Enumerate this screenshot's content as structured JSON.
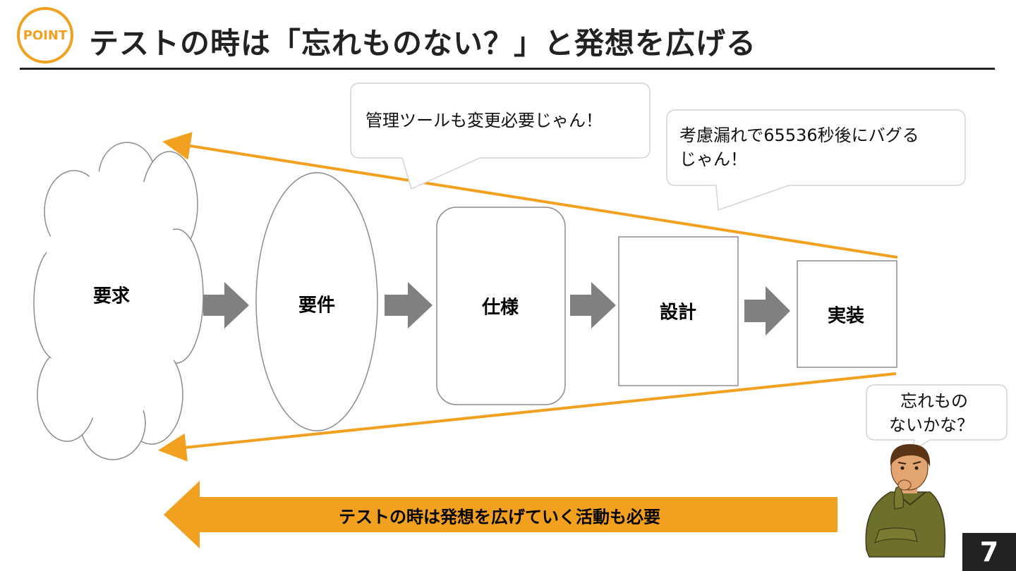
{
  "header": {
    "badge": "POINT",
    "title": "テストの時は「忘れものない？」と発想を広げる"
  },
  "stages": [
    {
      "label": "要求"
    },
    {
      "label": "要件"
    },
    {
      "label": "仕様"
    },
    {
      "label": "設計"
    },
    {
      "label": "実装"
    }
  ],
  "bubbles": {
    "tool": "管理ツールも変更必要じゃん！",
    "bug_line1": "考慮漏れで65536秒後にバグる",
    "bug_line2": "じゃん！",
    "thinker_line1": "忘れもの",
    "thinker_line2": "ないかな？"
  },
  "bottom_arrow": {
    "text": "テストの時は発想を広げていく活動も必要"
  },
  "page_number": "7",
  "colors": {
    "accent": "#f2a01f",
    "arrow_gray": "#808080",
    "outline": "#8c8c8c"
  }
}
